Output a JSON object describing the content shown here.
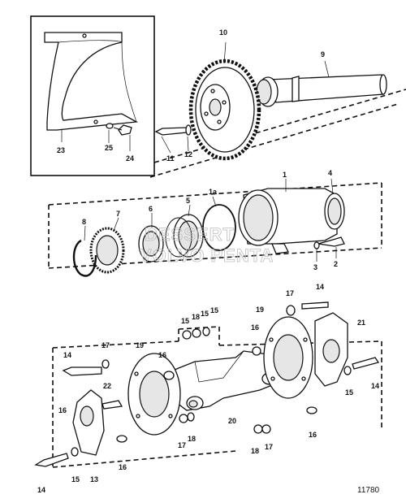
{
  "labels": {
    "n1": "1",
    "n1a": "1a",
    "n2": "2",
    "n3": "3",
    "n4": "4",
    "n5": "5",
    "n6": "6",
    "n7": "7",
    "n8": "8",
    "n9": "9",
    "n10": "10",
    "n11": "11",
    "n12": "12",
    "n13": "13",
    "n14a": "14",
    "n14b": "14",
    "n14c": "14",
    "n14d": "14",
    "n15a": "15",
    "n15b": "15",
    "n15c": "15",
    "n15d": "15",
    "n16a": "16",
    "n16b": "16",
    "n16c": "16",
    "n16d": "16",
    "n16e": "16",
    "n17a": "17",
    "n17b": "17",
    "n17c": "17",
    "n17d": "17",
    "n18a": "18",
    "n18b": "18",
    "n18c": "18",
    "n19a": "19",
    "n19b": "19",
    "n20": "20",
    "n21": "21",
    "n22": "22",
    "n23": "23",
    "n24": "24",
    "n25": "25"
  },
  "watermark": {
    "line1": "DESSERT",
    "line2": "VOLVO PENTA"
  },
  "drawing_number": "11780"
}
